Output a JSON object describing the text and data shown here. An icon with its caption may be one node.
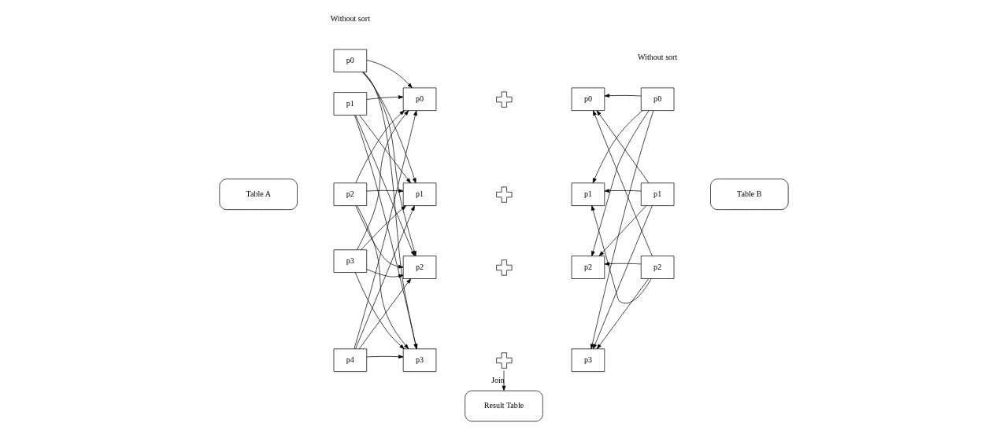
{
  "diagram": {
    "nodes": [
      {
        "text": [
          "Table A"
        ]
      },
      {
        "text": [
          "p0"
        ]
      },
      {
        "text": [
          "p1"
        ]
      },
      {
        "text": [
          "p2"
        ]
      },
      {
        "text": [
          "p3"
        ]
      },
      {
        "text": [
          "p4"
        ]
      },
      {
        "text": [
          "p0"
        ]
      },
      {
        "text": [
          "p1"
        ]
      },
      {
        "text": [
          "p2"
        ]
      },
      {
        "text": [
          "p3"
        ]
      },
      {
        "text": [],
        "shape": "plus"
      },
      {
        "text": [],
        "shape": "plus"
      },
      {
        "text": [],
        "shape": "plus"
      },
      {
        "text": [],
        "shape": "plus"
      },
      {
        "text": [
          "p0"
        ]
      },
      {
        "text": [
          "p1"
        ]
      },
      {
        "text": [
          "p2"
        ]
      },
      {
        "text": [
          "p3"
        ]
      },
      {
        "text": [
          "p0"
        ]
      },
      {
        "text": [
          "p1"
        ]
      },
      {
        "text": [
          "p2"
        ]
      },
      {
        "text": [
          "Table B"
        ]
      },
      {
        "text": [
          "Result Table"
        ]
      }
    ],
    "edges": [
      {
        "from": 1,
        "to": 6,
        "arrow": "to"
      },
      {
        "from": 1,
        "to": 7,
        "arrow": "to"
      },
      {
        "from": 1,
        "to": 8,
        "arrow": "to"
      },
      {
        "from": 1,
        "to": 9,
        "arrow": "to"
      },
      {
        "from": 2,
        "to": 6,
        "arrow": "to"
      },
      {
        "from": 2,
        "to": 7,
        "arrow": "to"
      },
      {
        "from": 2,
        "to": 8,
        "arrow": "to"
      },
      {
        "from": 2,
        "to": 9,
        "arrow": "to"
      },
      {
        "from": 3,
        "to": 6,
        "arrow": "to"
      },
      {
        "from": 3,
        "to": 7,
        "arrow": "to"
      },
      {
        "from": 3,
        "to": 8,
        "arrow": "to"
      },
      {
        "from": 3,
        "to": 9,
        "arrow": "to"
      },
      {
        "from": 4,
        "to": 6,
        "arrow": "to"
      },
      {
        "from": 4,
        "to": 7,
        "arrow": "to"
      },
      {
        "from": 4,
        "to": 8,
        "arrow": "to"
      },
      {
        "from": 4,
        "to": 9,
        "arrow": "to"
      },
      {
        "from": 5,
        "to": 6,
        "arrow": "to"
      },
      {
        "from": 5,
        "to": 7,
        "arrow": "to"
      },
      {
        "from": 5,
        "to": 8,
        "arrow": "to"
      },
      {
        "from": 5,
        "to": 9,
        "arrow": "to"
      },
      {
        "from": 18,
        "to": 14,
        "arrow": "to"
      },
      {
        "from": 18,
        "to": 15,
        "arrow": "to"
      },
      {
        "from": 18,
        "to": 16,
        "arrow": "to"
      },
      {
        "from": 18,
        "to": 17,
        "arrow": "to"
      },
      {
        "from": 19,
        "to": 14,
        "arrow": "to"
      },
      {
        "from": 19,
        "to": 15,
        "arrow": "to"
      },
      {
        "from": 19,
        "to": 16,
        "arrow": "to"
      },
      {
        "from": 19,
        "to": 17,
        "arrow": "to"
      },
      {
        "from": 20,
        "to": 14,
        "arrow": "to"
      },
      {
        "from": 20,
        "to": 15,
        "arrow": "to"
      },
      {
        "from": 20,
        "to": 16,
        "arrow": "to"
      },
      {
        "from": 20,
        "to": 17,
        "arrow": "to"
      },
      {
        "from": 13,
        "to": 22,
        "arrow": "to",
        "label": "Join"
      }
    ],
    "labels": [
      "Without sort",
      "Without sort"
    ]
  }
}
